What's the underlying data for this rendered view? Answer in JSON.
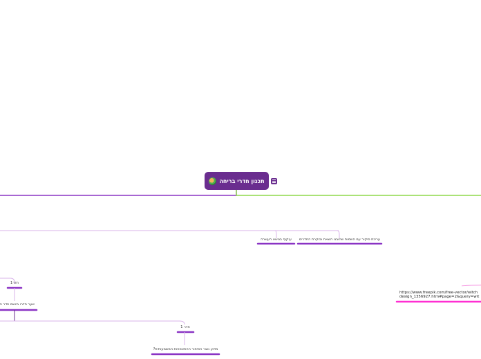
{
  "root": {
    "title": "תכנון חדרי בריחה",
    "icon": "idea-head-icon",
    "notes_icon": "notes-icon"
  },
  "nodes": {
    "escape_order": "עריכת סיקור עם השמות שהובנו השאת ובוקרת החדרים",
    "summary": "עיקוף בנושא העשרה",
    "room_1": "חדר 1",
    "room1_question": "מדוע נוצר הסיפור ההתאספות המשמעותית?",
    "room_a": "חדר1",
    "room_a_desc": "שער חדרו ביושם חדר הם",
    "link_url_line1": "https://www.freepik.com/free-vector/witch",
    "link_url_line2": "design_1356927.htm#page=2&query=wit"
  },
  "colors": {
    "root": "#6a2d8f",
    "purple_branch": "#8a33c4",
    "green_branch": "#8ed84a",
    "light_purple": "#d9b3ea",
    "magenta": "#ff2ed2",
    "pink_line": "#f7a6e6"
  }
}
